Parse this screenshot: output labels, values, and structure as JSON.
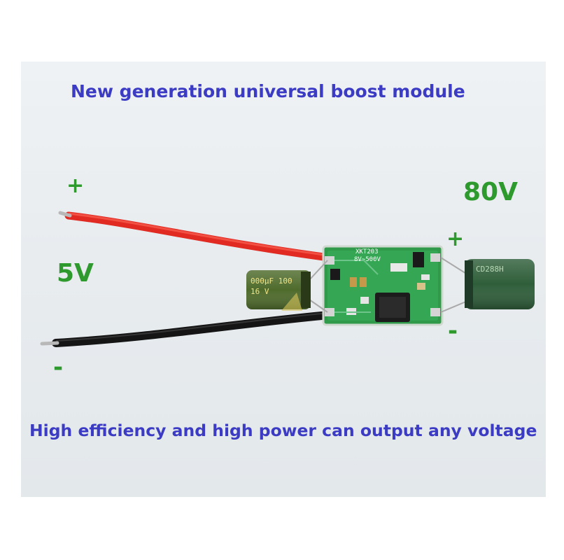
{
  "title": "New generation universal boost module",
  "caption": "High efficiency and high power can output any voltage",
  "input": {
    "plus": "+",
    "voltage": "5V",
    "minus": "-"
  },
  "output": {
    "plus": "+",
    "voltage": "80V",
    "minus": "-"
  },
  "board": {
    "model": "XKT203",
    "range": "8V~500V"
  },
  "input_capacitor": {
    "marking_top": "000µF 100",
    "marking_bottom": "16 V"
  },
  "output_capacitor": {
    "marking": "CD288H"
  },
  "colors": {
    "headline": "#3b3bc4",
    "polarity_labels": "#2e9a2e",
    "pcb": "#2f9a4a",
    "positive_wire": "#e02a22",
    "negative_wire": "#151515",
    "capacitor": "#2f5e3a"
  }
}
